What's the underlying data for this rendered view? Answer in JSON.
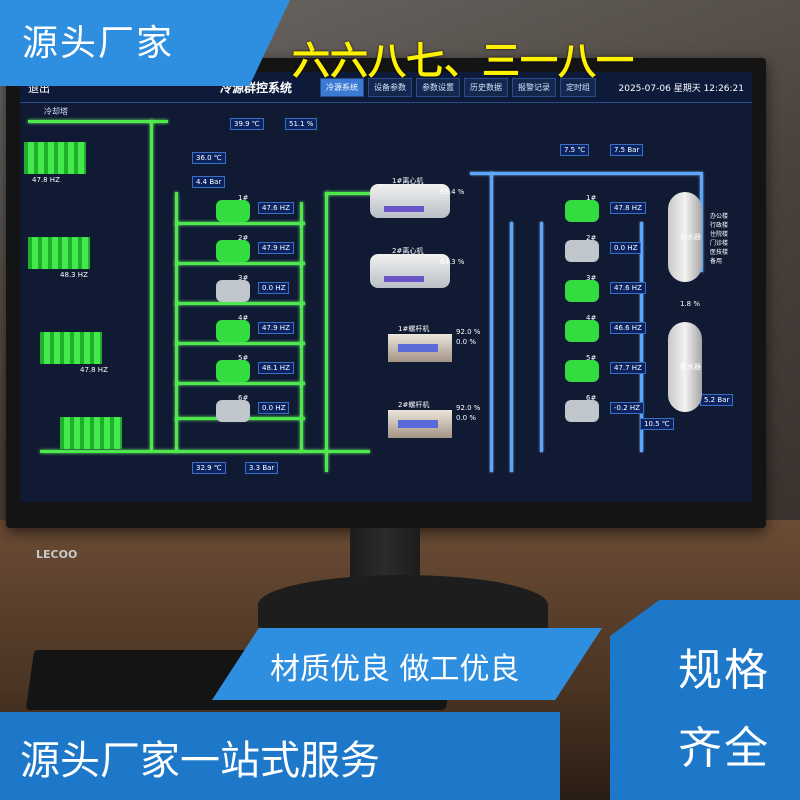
{
  "overlay": {
    "top_left": "源头厂家",
    "headline": "六六八七、三一八一",
    "tag": "材质优良 做工优良",
    "bottom": "源头厂家一站式服务",
    "spec_line1": "规格",
    "spec_line2": "齐全"
  },
  "monitor": {
    "brand": "LECOO"
  },
  "scada": {
    "back": "退出",
    "title": "冷源群控系统",
    "tabs": [
      "冷源系统",
      "设备参数",
      "参数设置",
      "历史数据",
      "报警记录",
      "定时组"
    ],
    "date": "2025-07-06",
    "weekday": "星期天",
    "time": "12:26:21",
    "cooling_tower_label": "冷却塔",
    "outdoor_temp": "39.9 ℃",
    "outdoor_humidity": "51.1 %",
    "cw_return_temp": "36.0 ℃",
    "cw_return_pressure": "4.4 Bar",
    "cw_supply_temp": "32.9 ℃",
    "cw_supply_pressure": "3.3 Bar",
    "chw_supply_temp": "7.5 ℃",
    "chw_supply_pressure": "7.5 Bar",
    "chw_return_temp": "10.5 ℃",
    "chw_return_pressure": "5.2 Bar",
    "left_pumps": [
      {
        "name": "1#",
        "value": "47.6 HZ",
        "on": true
      },
      {
        "name": "2#",
        "value": "47.9 HZ",
        "on": true
      },
      {
        "name": "3#",
        "value": "0.0 HZ",
        "on": false
      },
      {
        "name": "4#",
        "value": "47.9 HZ",
        "on": true
      },
      {
        "name": "5#",
        "value": "48.1 HZ",
        "on": true
      },
      {
        "name": "6#",
        "value": "0.0 HZ",
        "on": false
      }
    ],
    "right_pumps": [
      {
        "name": "1#",
        "value": "47.8 HZ",
        "on": true
      },
      {
        "name": "2#",
        "value": "0.0 HZ",
        "on": false
      },
      {
        "name": "3#",
        "value": "47.6 HZ",
        "on": true
      },
      {
        "name": "4#",
        "value": "46.6 HZ",
        "on": true
      },
      {
        "name": "5#",
        "value": "47.7 HZ",
        "on": true
      },
      {
        "name": "6#",
        "value": "-0.2 HZ",
        "on": false
      }
    ],
    "chillers": [
      {
        "name": "1#离心机",
        "load": "65.4 %"
      },
      {
        "name": "2#离心机",
        "load": "64.3 %"
      },
      {
        "name": "1#螺杆机",
        "load": "92.0 %",
        "load2": "0.0 %"
      },
      {
        "name": "2#螺杆机",
        "load": "92.0 %",
        "load2": "0.0 %"
      }
    ],
    "tower_freqs": [
      "47.8 HZ",
      "48.3 HZ",
      "47.8 HZ"
    ],
    "tank_labels": [
      "分水器",
      "集水器"
    ],
    "branch_list": [
      "办公楼",
      "行政楼",
      "住院楼",
      "门诊楼",
      "医技楼",
      "备用"
    ],
    "bypass": "1.8 %"
  }
}
